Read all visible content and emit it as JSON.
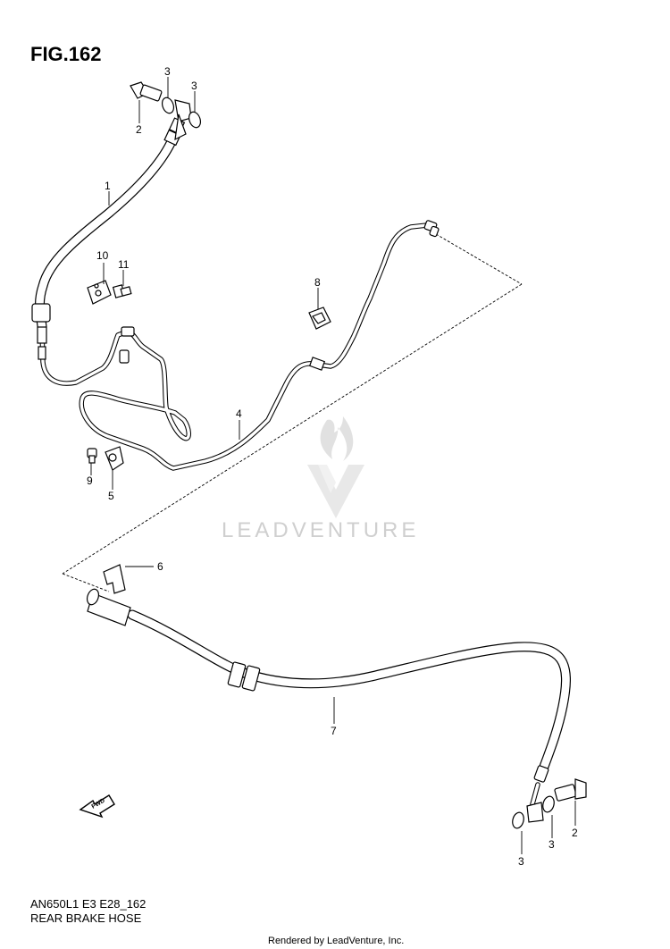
{
  "header": {
    "figure_title": "FIG.162"
  },
  "callouts": {
    "c1": "1",
    "c2a": "2",
    "c2b": "2",
    "c3a": "3",
    "c3b": "3",
    "c3c": "3",
    "c3d": "3",
    "c4": "4",
    "c5": "5",
    "c6": "6",
    "c7": "7",
    "c8": "8",
    "c9": "9",
    "c10": "10",
    "c11": "11"
  },
  "fwd_label": "FWD",
  "watermark": {
    "brand": "LEADVENTURE"
  },
  "footer": {
    "model_code": "AN650L1 E3 E28_162",
    "section_name": "REAR BRAKE HOSE",
    "rendered_by": "Rendered by LeadVenture, Inc."
  }
}
